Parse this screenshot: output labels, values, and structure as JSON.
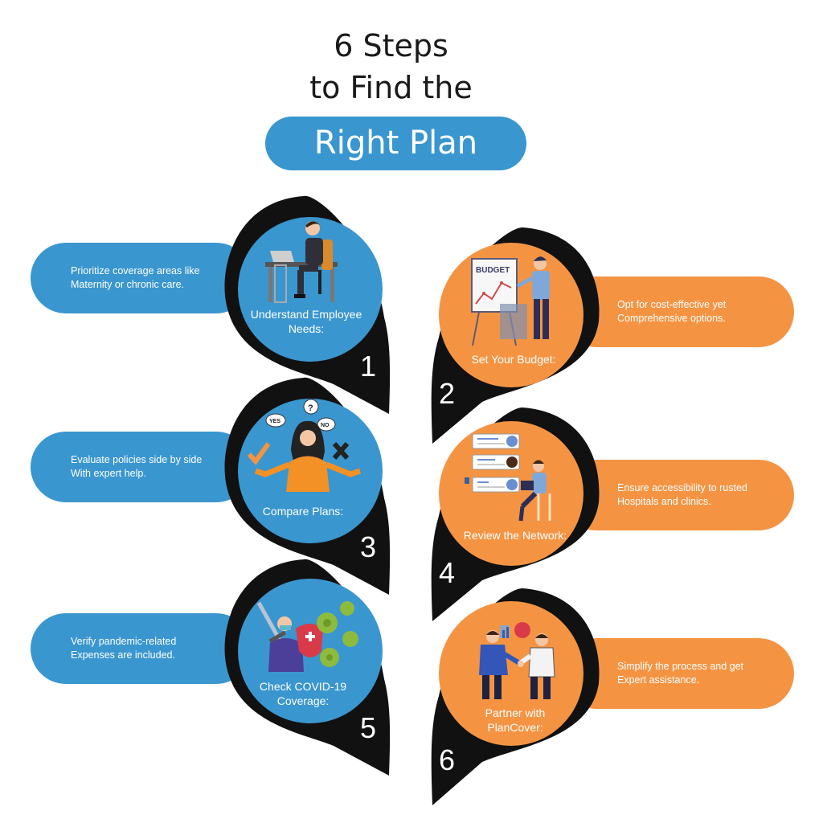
{
  "title": {
    "line1": "6 Steps",
    "line2": "to Find the",
    "highlight": "Right Plan"
  },
  "colors": {
    "blue": "#3a96cf",
    "orange": "#f49443",
    "dark": "#111111",
    "text_on_color": "#ffffff"
  },
  "steps": [
    {
      "number": "1",
      "title_lines": [
        "Understand Employee",
        "Needs:"
      ],
      "desc_lines": [
        "Prioritize coverage areas like",
        "Maternity or chronic care."
      ],
      "color": "blue",
      "illustration": "employee-at-desk-icon"
    },
    {
      "number": "2",
      "title_lines": [
        "Set Your Budget:"
      ],
      "desc_lines": [
        "Opt for cost-effective yet",
        "Comprehensive options."
      ],
      "color": "orange",
      "illustration": "budget-chart-icon",
      "illustration_label": "BUDGET"
    },
    {
      "number": "3",
      "title_lines": [
        "Compare Plans:"
      ],
      "desc_lines": [
        "Evaluate policies side by side",
        "With expert help."
      ],
      "color": "blue",
      "illustration": "thinking-woman-icon",
      "illustration_labels": [
        "YES",
        "NO",
        "?"
      ]
    },
    {
      "number": "4",
      "title_lines": [
        "Review the Network:"
      ],
      "desc_lines": [
        "Ensure accessibility to rusted",
        "Hospitals and clinics."
      ],
      "color": "orange",
      "illustration": "review-ratings-icon"
    },
    {
      "number": "5",
      "title_lines": [
        "Check COVID-19",
        "Coverage:"
      ],
      "desc_lines": [
        "Verify pandemic-related",
        "Expenses are included."
      ],
      "color": "blue",
      "illustration": "virus-shield-icon"
    },
    {
      "number": "6",
      "title_lines": [
        "Partner with",
        "PlanCover:"
      ],
      "desc_lines": [
        "Simplify the process and get",
        "Expert assistance."
      ],
      "color": "orange",
      "illustration": "handshake-icon"
    }
  ]
}
